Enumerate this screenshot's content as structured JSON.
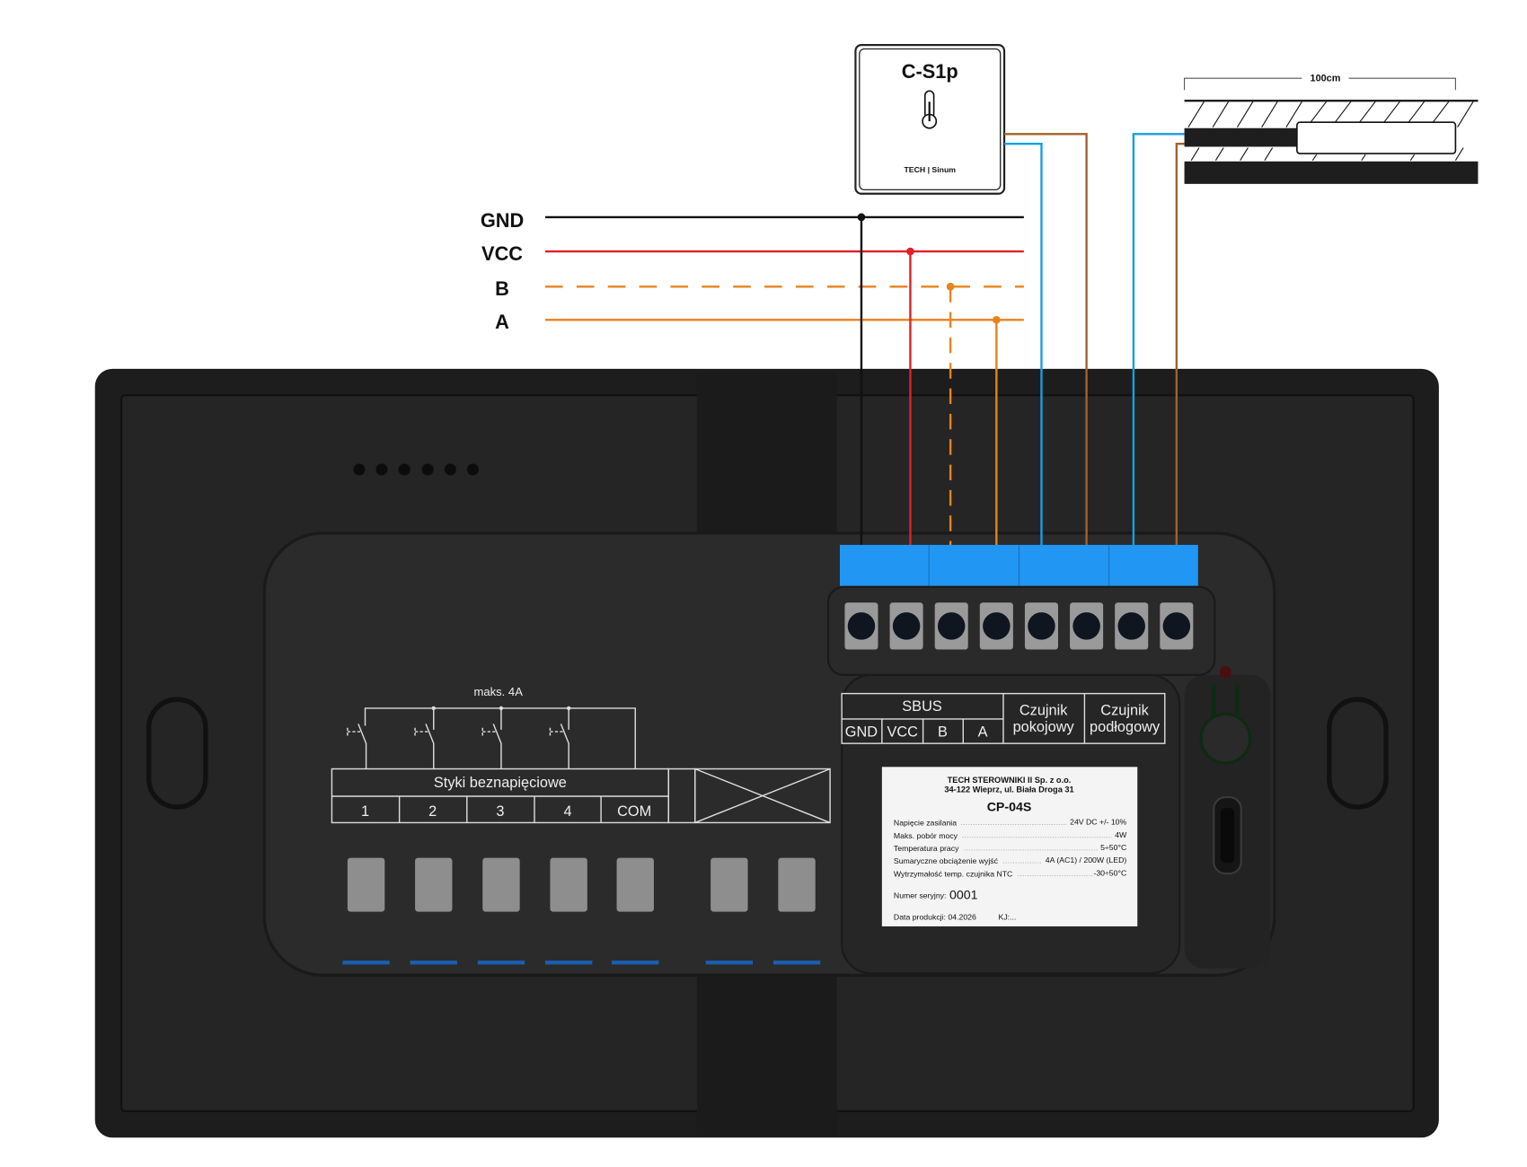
{
  "bus_labels": {
    "gnd": "GND",
    "vcc": "VCC",
    "b": "B",
    "a": "A"
  },
  "room_sensor": {
    "model": "C-S1p",
    "brand": "TECH | Sinum"
  },
  "floor_sensor": {
    "length": "100cm"
  },
  "colors": {
    "gnd": "#111111",
    "vcc": "#e0202a",
    "bus": "#e8821e",
    "sensor_blue": "#1a9ee0",
    "sensor_brown": "#a0622d",
    "terminal": "#2196f3"
  },
  "terminals": {
    "sbus": "SBUS",
    "gnd": "GND",
    "vcc": "VCC",
    "b": "B",
    "a": "A",
    "room_sensor": [
      "Czujnik",
      "pokojowy"
    ],
    "floor_sensor": [
      "Czujnik",
      "podłogowy"
    ]
  },
  "relay": {
    "max": "maks. 4A",
    "title": "Styki beznapięciowe",
    "contacts": [
      "1",
      "2",
      "3",
      "4",
      "COM"
    ]
  },
  "nameplate": {
    "company": "TECH STEROWNIKI II Sp. z o.o.",
    "address": "34-122 Wieprz, ul. Biała Droga 31",
    "model": "CP-04S",
    "specs": [
      {
        "label": "Napięcie zasilania",
        "value": "24V DC +/- 10%"
      },
      {
        "label": "Maks. pobór mocy",
        "value": "4W"
      },
      {
        "label": "Temperatura pracy",
        "value": "5÷50°C"
      },
      {
        "label": "Sumaryczne obciążenie wyjść",
        "value": "4A (AC1) / 200W (LED)"
      },
      {
        "label": "Wytrzymałość temp. czujnika NTC",
        "value": "-30÷50°C"
      }
    ],
    "serial_label": "Numer seryjny:",
    "serial": "0001",
    "production_label": "Data produkcji: 04.2026",
    "kj": "KJ:..."
  }
}
